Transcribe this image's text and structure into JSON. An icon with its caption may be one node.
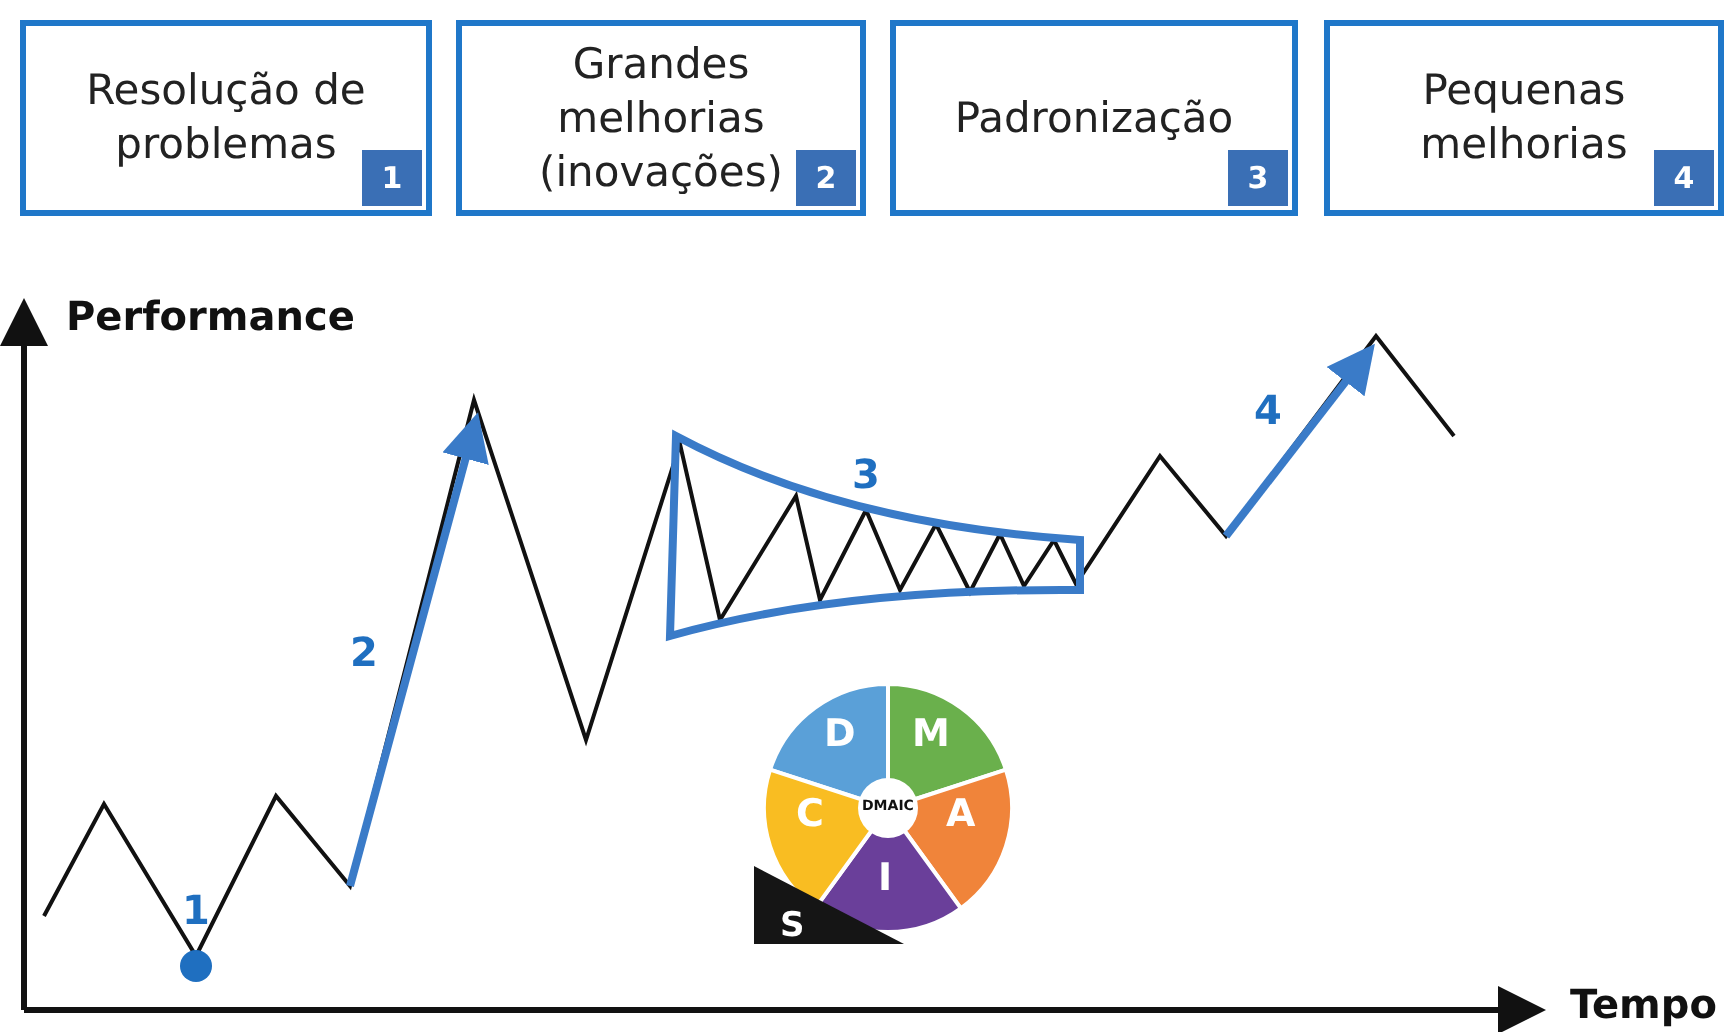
{
  "diagram": {
    "nodes": [
      {
        "text": [
          "Resolução de problemas",
          "1"
        ]
      },
      {
        "text": [
          "Grandes melhorias (inovações)",
          "2"
        ]
      },
      {
        "text": [
          "Padronização",
          "3"
        ]
      },
      {
        "text": [
          "Pequenas melhorias",
          "4"
        ]
      }
    ],
    "edges": [],
    "labels": [
      "Performance",
      "4",
      "3",
      "2",
      "D",
      "M",
      "DMAIC",
      "C",
      "A",
      "1",
      "I",
      "S",
      "Tempo"
    ]
  }
}
